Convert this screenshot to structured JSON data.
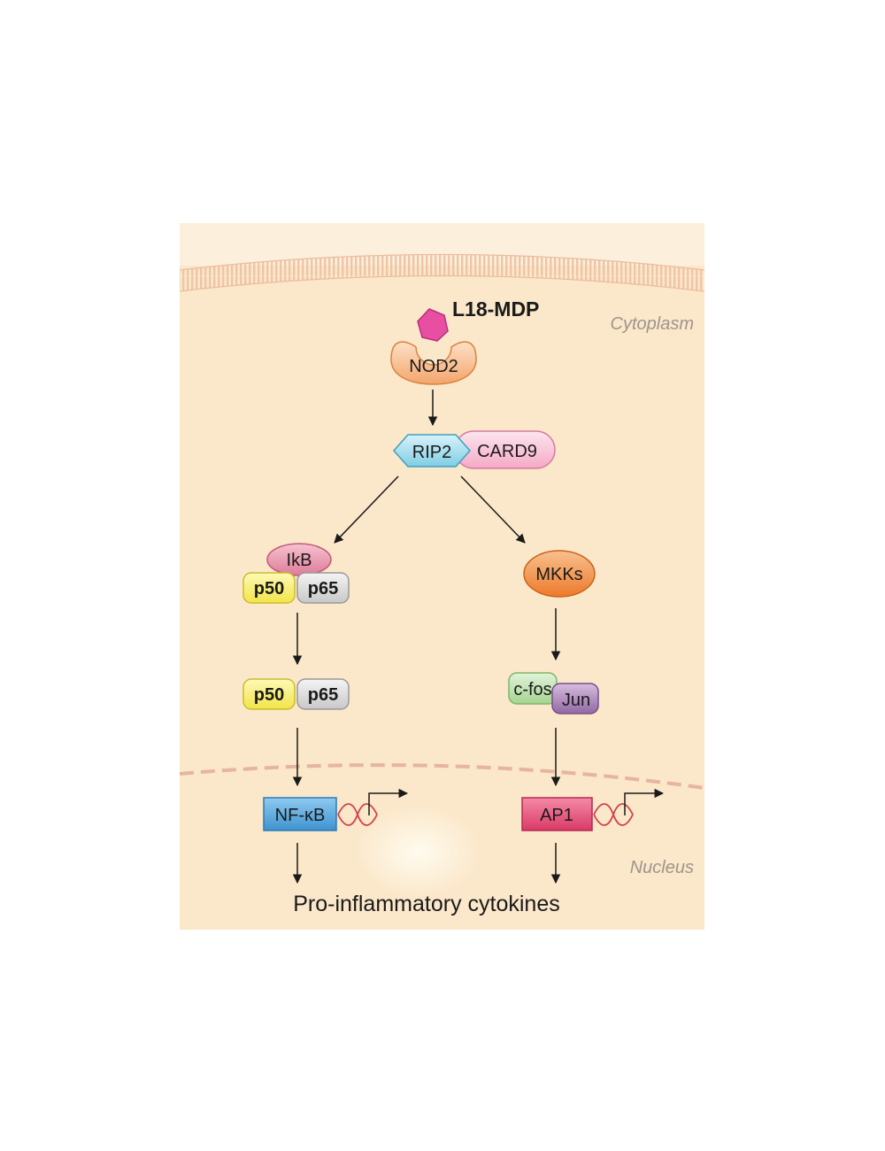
{
  "compartments": {
    "cytoplasm": "Cytoplasm",
    "nucleus": "Nucleus"
  },
  "ligand": "L18-MDP",
  "proteins": {
    "nod2": "NOD2",
    "rip2": "RIP2",
    "card9": "CARD9",
    "ikb": "IkB",
    "p50_bound": "p50",
    "p65_bound": "p65",
    "mkks": "MKKs",
    "p50_free": "p50",
    "p65_free": "p65",
    "cfos": "c-fos",
    "jun": "Jun",
    "nfkb": "NF-κB",
    "ap1": "AP1"
  },
  "output": "Pro-inflammatory cytokines",
  "colors": {
    "background": "#fbe7c9",
    "membrane": "#f0cdb1",
    "nod2": "#f6b07e",
    "ligand": "#e84fa2",
    "rip2": "#9ad8ea",
    "card9": "#f7bcd3",
    "ikb": "#e58ea6",
    "p50": "#f7ef63",
    "p65": "#d9d9d9",
    "mkks": "#f08a3e",
    "cfos": "#b9dfa9",
    "jun": "#a27bb0",
    "nfkb": "#5aa7dc",
    "ap1": "#e6557a",
    "dna": "#d2424a"
  }
}
